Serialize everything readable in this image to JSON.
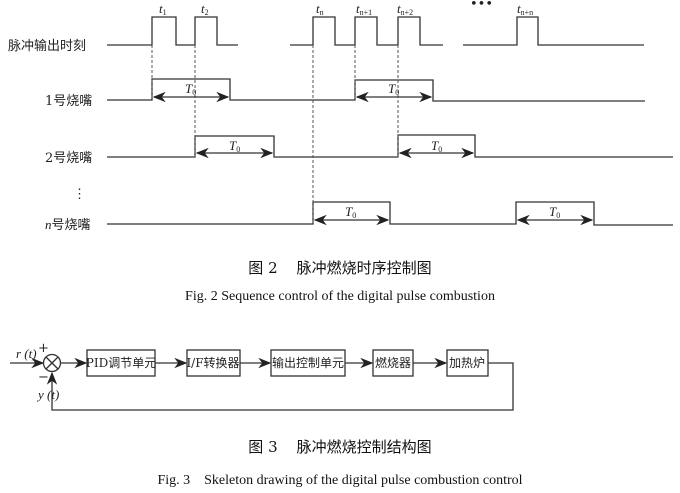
{
  "fig2": {
    "row_labels": {
      "pulse": "脉冲输出时刻",
      "burner1": "1号烧嘴",
      "burner2": "2号烧嘴",
      "vdots": "⋮",
      "burnern_n": "n",
      "burnern_rest": "号烧嘴"
    },
    "pulse_labels": [
      {
        "t": "t",
        "sub": "1"
      },
      {
        "t": "t",
        "sub": "2"
      },
      {
        "t": "t",
        "sub": "n"
      },
      {
        "t": "t",
        "sub": "n+1"
      },
      {
        "t": "t",
        "sub": "n+2"
      },
      {
        "t": "t",
        "sub": "n+n"
      }
    ],
    "ellipsis": "•••",
    "period_label": {
      "T": "T",
      "sub": "0"
    },
    "caption_cn": "图 2    脉冲燃烧时序控制图",
    "caption_en": "Fig. 2 Sequence control of the digital pulse combustion"
  },
  "fig3": {
    "input": "r (t)",
    "feedback": "y (t)",
    "plus": "+",
    "minus": "−",
    "blocks": [
      "PID调节单元",
      "I/F转换器",
      "输出控制单元",
      "燃烧器",
      "加热炉"
    ],
    "caption_cn": "图 3    脉冲燃烧控制结构图",
    "caption_en": "Fig. 3    Skeleton drawing of the digital pulse combustion control"
  }
}
